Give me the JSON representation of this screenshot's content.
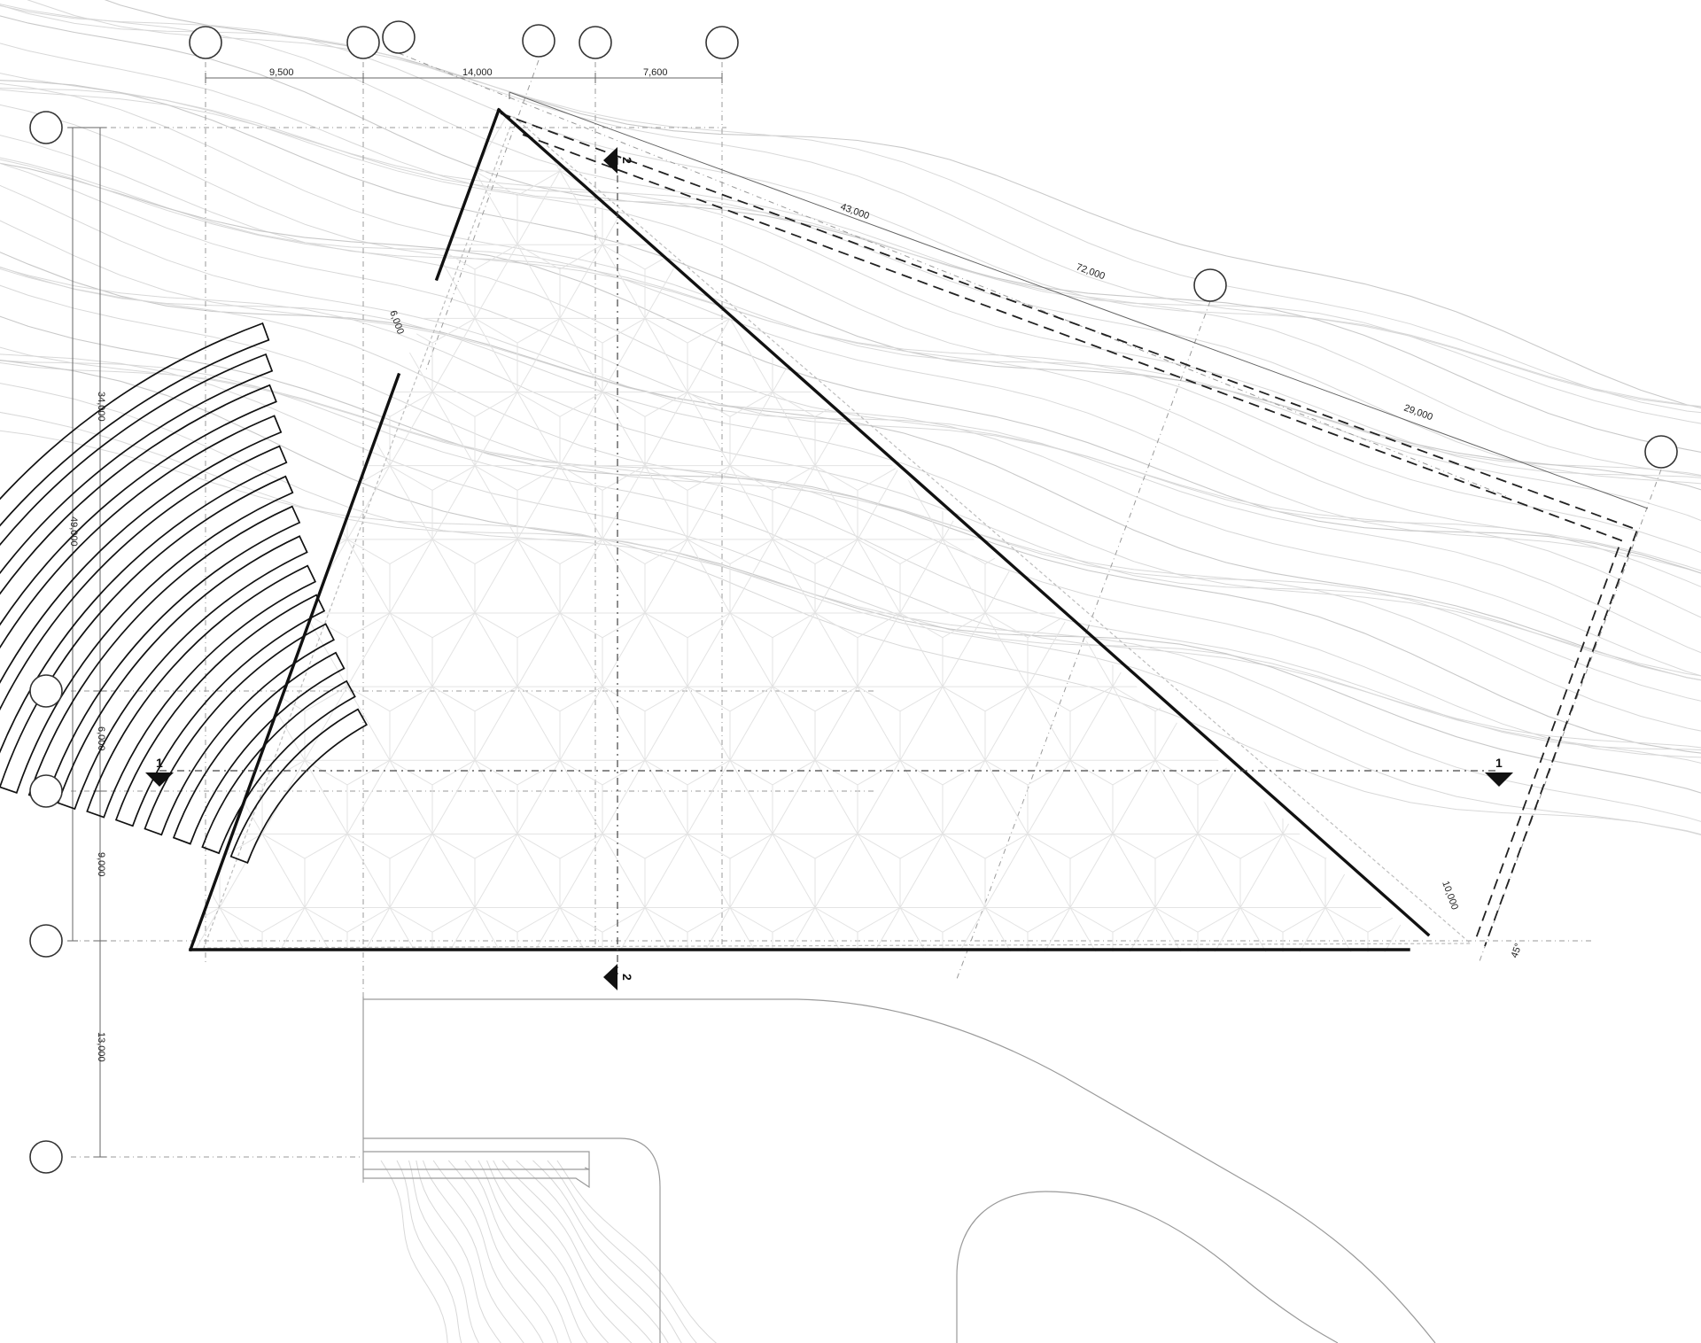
{
  "plan": {
    "top_dimensions": [
      "9,500",
      "14,000",
      "7,600"
    ],
    "left_dimensions": {
      "overall": "49,000",
      "upper": "34,000",
      "middle": "6,000",
      "lower": "9,000",
      "bottom": "13,000"
    },
    "diagonal_dimensions": {
      "segment_a": "43,000",
      "overall": "72,000",
      "segment_b": "29,000"
    },
    "edge_dimensions": {
      "left_edge": "6,000",
      "right_edge": "10,000",
      "angle": "45°"
    },
    "section_markers": {
      "section_1_left": "1",
      "section_1_right": "1",
      "section_2_top": "2",
      "section_2_bottom": "2"
    }
  },
  "colors": {
    "wall": "#111111",
    "contour": "#c9c9c9",
    "mesh": "#e3e3e3",
    "grid": "#9a9a9a"
  }
}
